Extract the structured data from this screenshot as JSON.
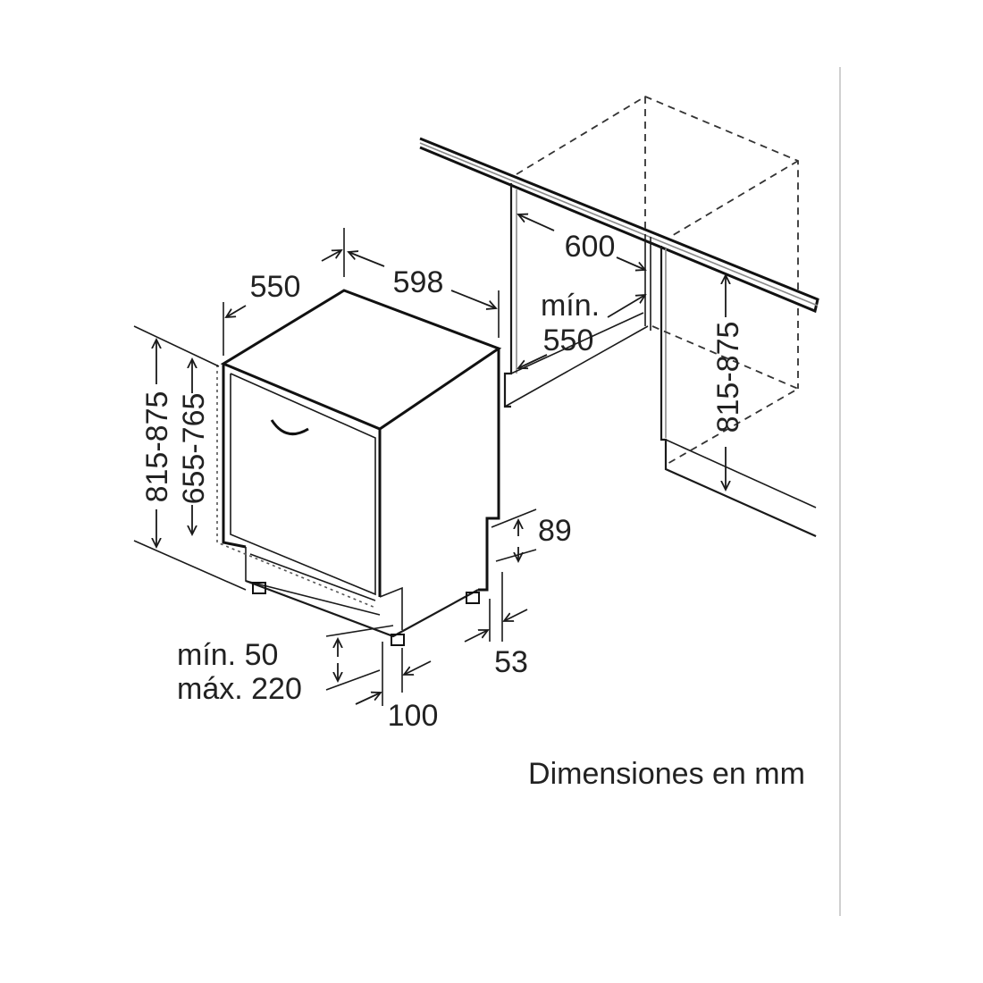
{
  "dimensions": {
    "depth": "550",
    "width": "598",
    "niche_depth": "600",
    "niche_width_min_label": "mín.",
    "niche_width_min_value": "550",
    "niche_height": "815-875",
    "total_height": "815-875",
    "door_height": "655-765",
    "plinth_height": "89",
    "plinth_depth": "53",
    "foot_gap_min": "mín. 50",
    "foot_gap_max": "máx. 220",
    "foot_offset": "100"
  },
  "caption": "Dimensiones en mm",
  "colors": {
    "line": "#1a1a1a",
    "text": "#222222",
    "divider": "#d0d0d0"
  }
}
